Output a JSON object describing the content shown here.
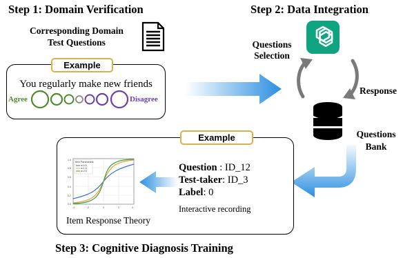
{
  "step1": {
    "title": "Step 1: Domain Verification",
    "subtitle_line1": "Corresponding Domain",
    "subtitle_line2": "Test Questions",
    "example_tag": "Example",
    "statement": "You regularly make new friends",
    "agree": "Agree",
    "disagree": "Disagree",
    "agree_color": "#4e8a2f",
    "disagree_color": "#6a3fb0"
  },
  "step2": {
    "title": "Step 2: Data Integration",
    "questions_selection_line1": "Questions",
    "questions_selection_line2": "Selection",
    "response": "Response",
    "bank_line1": "Questions",
    "bank_line2": "Bank"
  },
  "step3": {
    "title": "Step 3: Cognitive Diagnosis Training",
    "example_tag": "Example",
    "irt_label": "Item Response Theory",
    "question_label": "Question",
    "question_value": " : ID_12",
    "taker_label": "Test-taker",
    "taker_value": ": ID_3",
    "label_label": "Label",
    "label_value": ": 0",
    "recording": "Interactive recording",
    "plot_legend_title": "Item Parameters",
    "plot_legend": [
      "a=0.5",
      "a=1.5",
      "a=2.5"
    ]
  },
  "colors": {
    "arrow_blue": "#2b8fe0",
    "openai_green": "#10a37f",
    "tag_border": "#d9b04a"
  },
  "icons": [
    "document-icon",
    "openai-logo-icon",
    "database-icon",
    "cycle-arrows-icon"
  ]
}
